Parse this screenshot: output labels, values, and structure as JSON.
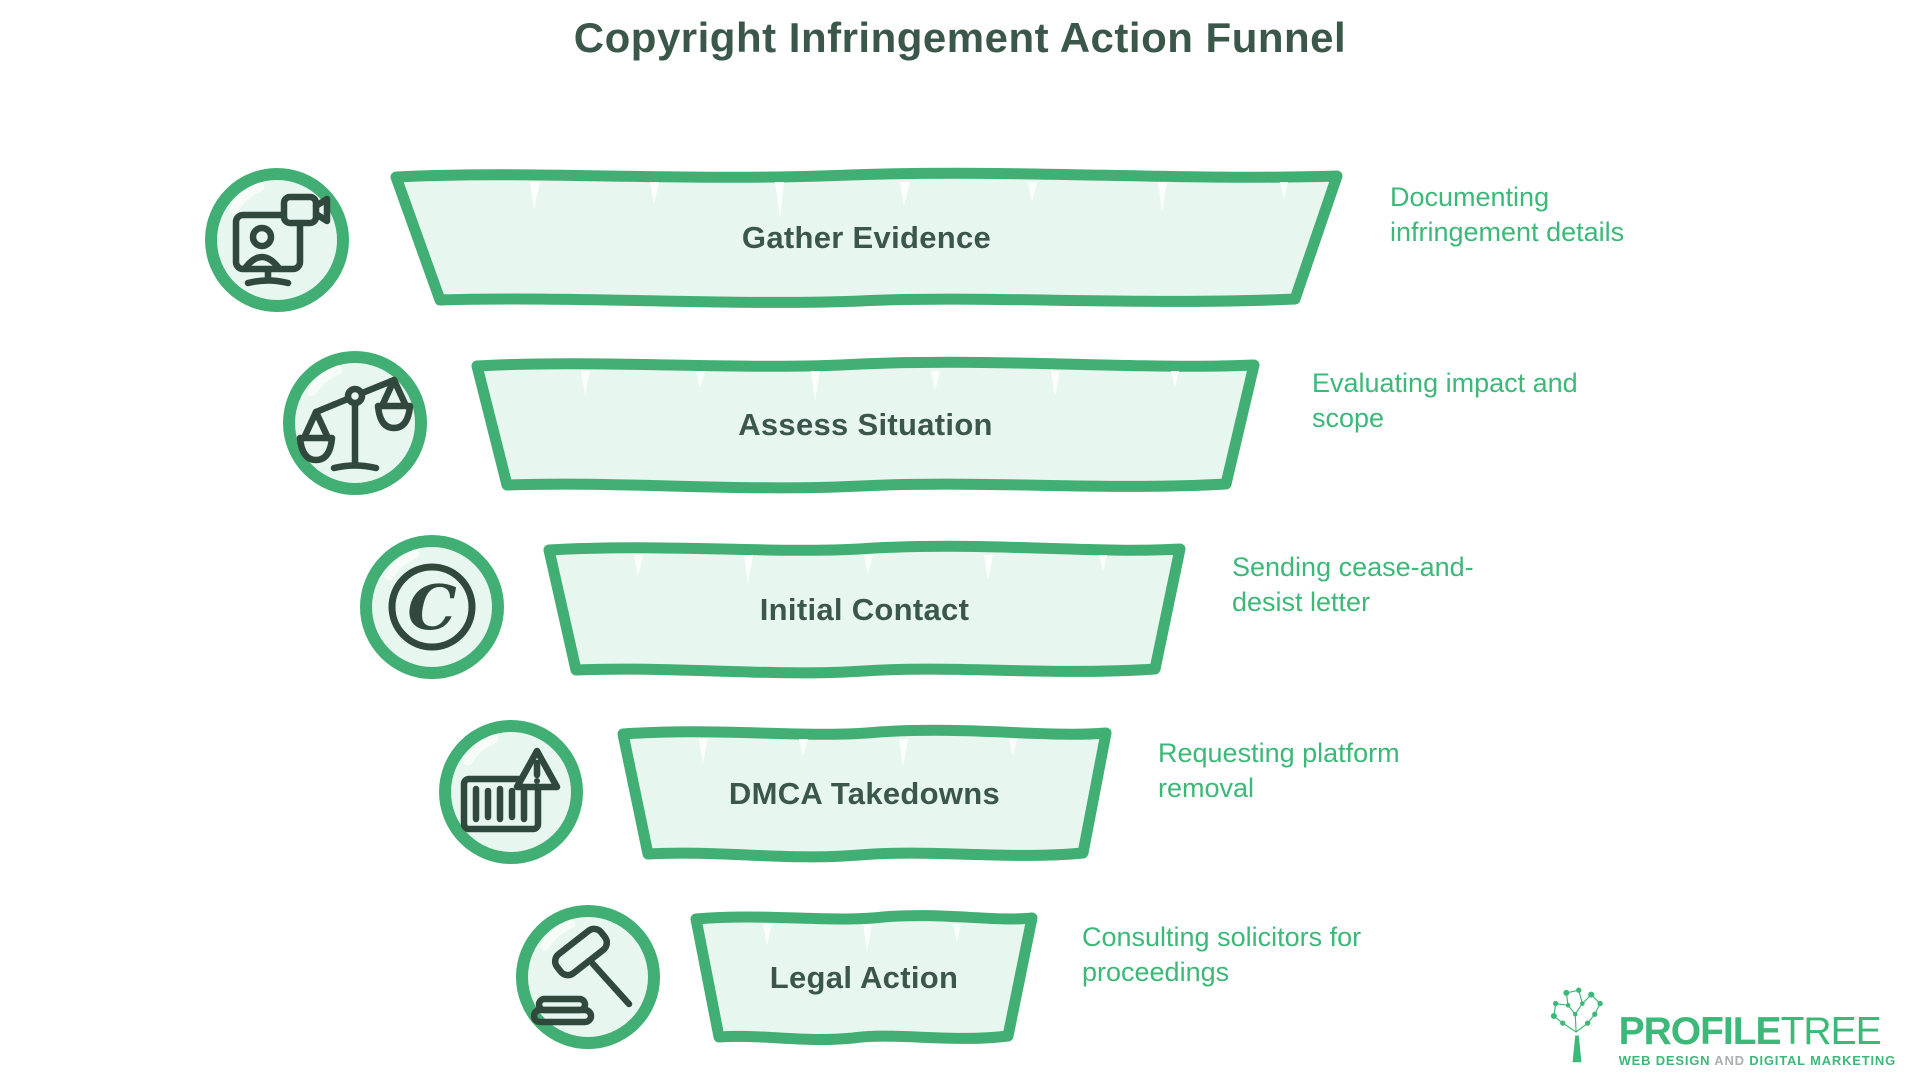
{
  "title": "Copyright Infringement Action Funnel",
  "stages": [
    {
      "label": "Gather Evidence",
      "description": "Documenting\ninfringement details",
      "icon": "video-call-icon"
    },
    {
      "label": "Assess Situation",
      "description": "Evaluating impact and\nscope",
      "icon": "balance-scale-icon"
    },
    {
      "label": "Initial Contact",
      "description": "Sending cease-and-\ndesist letter",
      "icon": "copyright-icon"
    },
    {
      "label": "DMCA Takedowns",
      "description": "Requesting platform\nremoval",
      "icon": "barcode-warning-icon"
    },
    {
      "label": "Legal Action",
      "description": "Consulting solicitors for\nproceedings",
      "icon": "gavel-icon"
    }
  ],
  "copyright_glyph": "C",
  "colors": {
    "funnel_border": "#41AF73",
    "funnel_fill": "#E7F6EE",
    "dark_text": "#3B574A",
    "description_green": "#3CB878",
    "icon_stroke": "#31493D",
    "logo_green": "#3CB878",
    "tagline_and_gray": "#A9AFB5"
  },
  "logo": {
    "brand_bold": "PROFILE",
    "brand_light": "TREE",
    "tagline_pre": "WEB DESIGN ",
    "tagline_and": "AND",
    "tagline_post": " DIGITAL MARKETING"
  }
}
